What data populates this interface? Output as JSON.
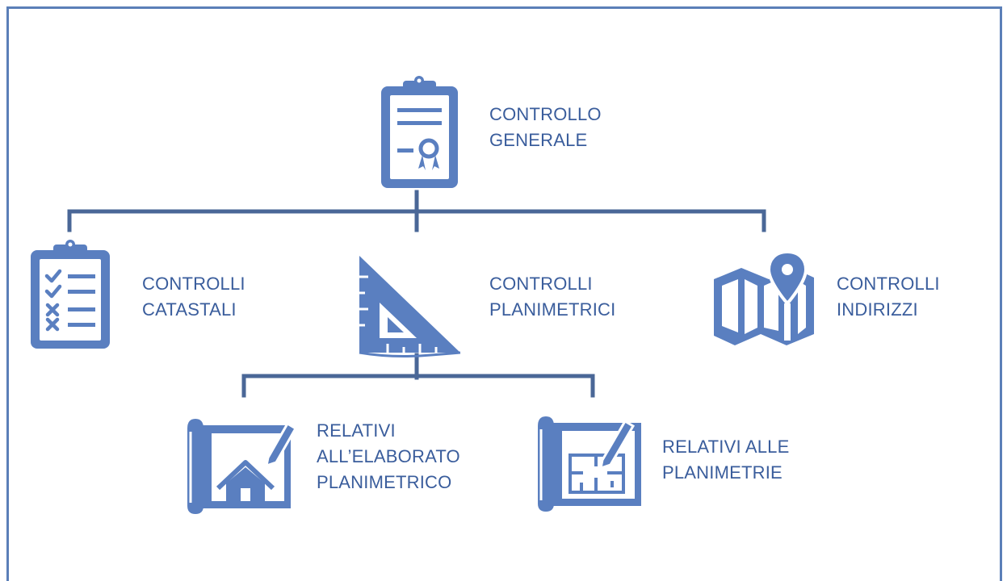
{
  "colors": {
    "icon": "#5a7fc0",
    "connector": "#4a6797",
    "frame": "#5b7fb8",
    "text": "#3a5d9c"
  },
  "nodes": {
    "general": {
      "icon": "certificate-clipboard-icon",
      "lines": [
        "CONTROLLO",
        "GENERALE"
      ]
    },
    "catastali": {
      "icon": "checklist-clipboard-icon",
      "lines": [
        "CONTROLLI",
        "CATASTALI"
      ]
    },
    "planimetrici": {
      "icon": "set-square-icon",
      "lines": [
        "CONTROLLI",
        "PLANIMETRICI"
      ]
    },
    "indirizzi": {
      "icon": "map-pin-icon",
      "lines": [
        "CONTROLLI",
        "INDIRIZZI"
      ]
    },
    "elaborato": {
      "icon": "house-blueprint-icon",
      "lines": [
        "RELATIVI",
        "ALL’ELABORATO",
        "PLANIMETRICO"
      ]
    },
    "planimetrie": {
      "icon": "floorplan-blueprint-icon",
      "lines": [
        "RELATIVI ALLE",
        "PLANIMETRIE"
      ]
    }
  }
}
